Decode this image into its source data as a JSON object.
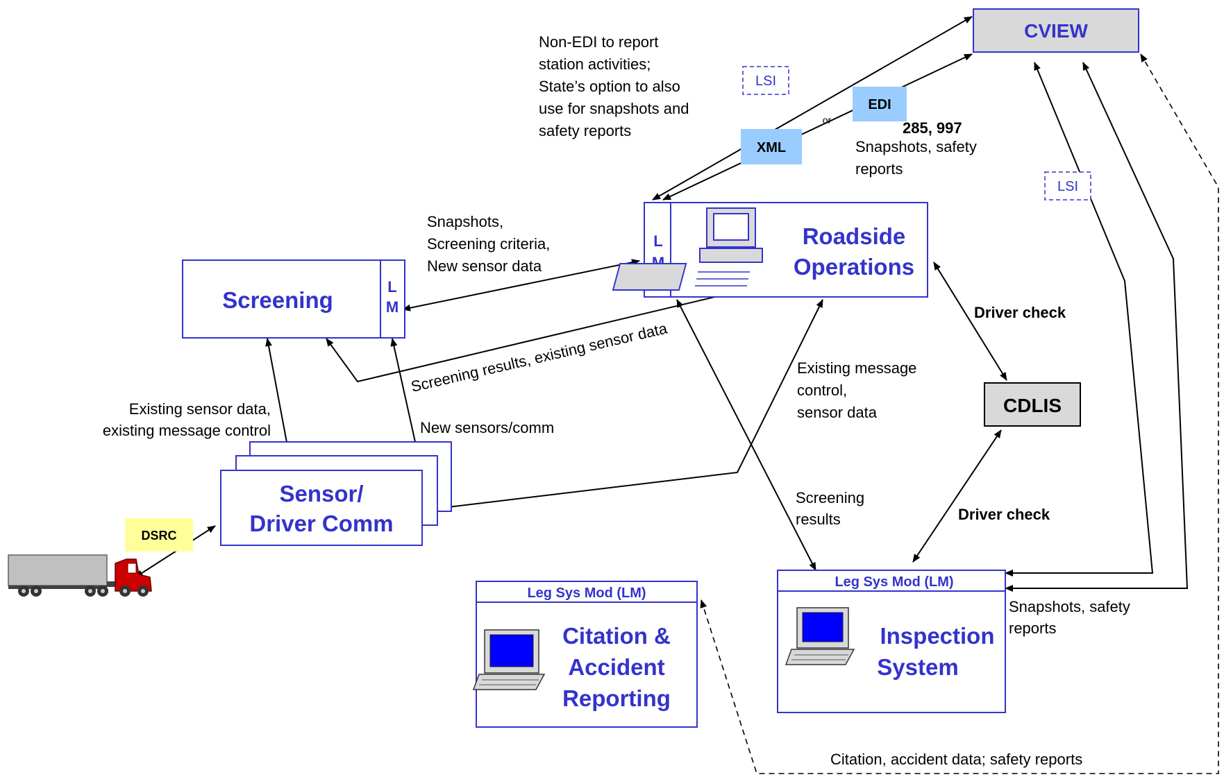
{
  "nodes": {
    "cview": "CVIEW",
    "roadside_1": "Roadside",
    "roadside_2": "Operations",
    "screening": "Screening",
    "sensor_1": "Sensor/",
    "sensor_2": "Driver Comm",
    "cdlis": "CDLIS",
    "citation_header": "Leg Sys Mod (LM)",
    "citation_1": "Citation &",
    "citation_2": "Accident",
    "citation_3": "Reporting",
    "inspection_header": "Leg Sys Mod (LM)",
    "inspection_1": "Inspection",
    "inspection_2": "System",
    "lm_l": "L",
    "lm_m": "M"
  },
  "tags": {
    "lsi_left": "LSI",
    "lsi_right": "LSI",
    "edi": "EDI",
    "xml": "XML",
    "or": "or",
    "dsrc": "DSRC"
  },
  "labels": {
    "non_edi": [
      "Non-EDI to report",
      "station activities;",
      "State’s option to also",
      "use for snapshots and",
      "safety reports"
    ],
    "edi_codes": "285, 997",
    "edi_desc": [
      "Snapshots, safety",
      "reports"
    ],
    "snap_screen": [
      "Snapshots,",
      "Screening criteria,",
      "New sensor data"
    ],
    "screening_results_sensor": "Screening results, existing sensor data",
    "existing_sensor": [
      "Existing sensor data,",
      "existing message control"
    ],
    "new_sensors": "New sensors/comm",
    "existing_msg": [
      "Existing message",
      "control,",
      "sensor data"
    ],
    "screening_results": [
      "Screening",
      "results"
    ],
    "driver_check_top": "Driver check",
    "driver_check_bottom": "Driver check",
    "snap_safety_right": [
      "Snapshots, safety",
      "reports"
    ],
    "citation_bottom": "Citation, accident data; safety reports"
  },
  "colors": {
    "node_blue": "#3333CC",
    "tag_blue": "#99CCFF",
    "tag_yellow": "#FFFF99",
    "gray_box": "#D9D9D9"
  }
}
